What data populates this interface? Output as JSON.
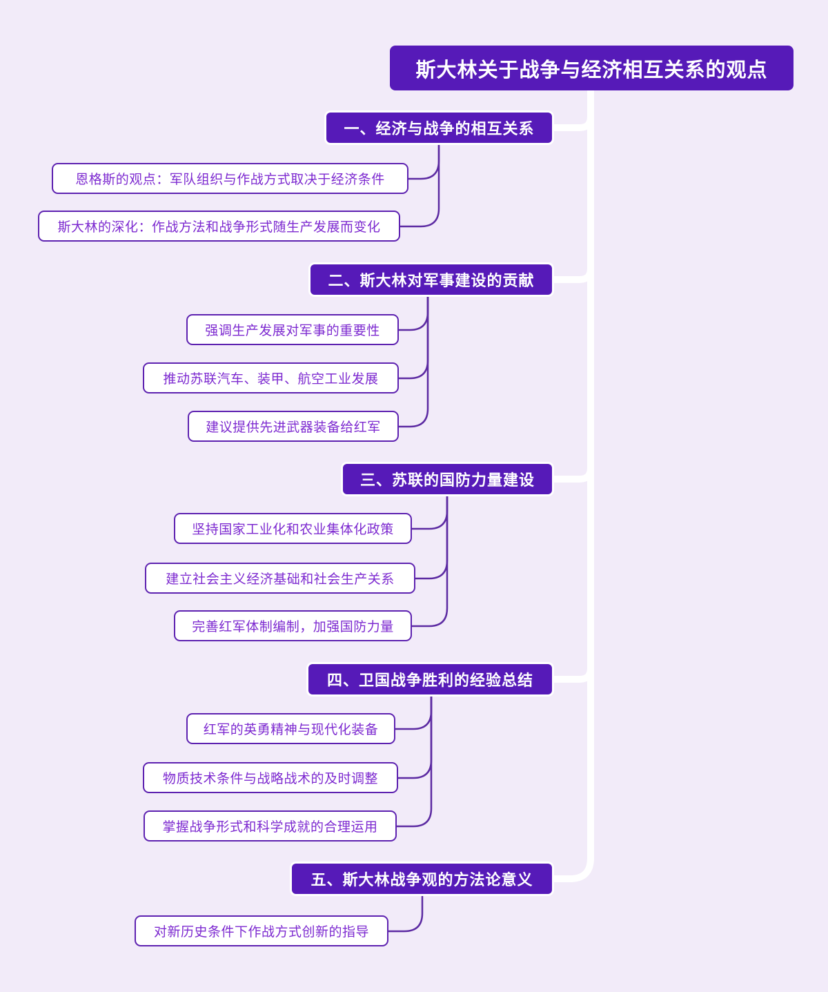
{
  "type": "mindmap",
  "title": "斯大林关于战争与经济相互关系的观点",
  "colors": {
    "background": "#f2ebf9",
    "topic_fill": "#561ab8",
    "topic_text": "#ffffff",
    "leaf_fill": "#ffffff",
    "leaf_border": "#5d21b0",
    "leaf_text": "#7d2ad0",
    "trunk_line": "#ffffff",
    "branch_line": "#5c2aa2"
  },
  "branches": [
    {
      "label": "一、经济与战争的相互关系",
      "children": [
        "恩格斯的观点：军队组织与作战方式取决于经济条件",
        "斯大林的深化：作战方法和战争形式随生产发展而变化"
      ]
    },
    {
      "label": "二、斯大林对军事建设的贡献",
      "children": [
        "强调生产发展对军事的重要性",
        "推动苏联汽车、装甲、航空工业发展",
        "建议提供先进武器装备给红军"
      ]
    },
    {
      "label": "三、苏联的国防力量建设",
      "children": [
        "坚持国家工业化和农业集体化政策",
        "建立社会主义经济基础和社会生产关系",
        "完善红军体制编制，加强国防力量"
      ]
    },
    {
      "label": "四、卫国战争胜利的经验总结",
      "children": [
        "红军的英勇精神与现代化装备",
        "物质技术条件与战略战术的及时调整",
        "掌握战争形式和科学成就的合理运用"
      ]
    },
    {
      "label": "五、斯大林战争观的方法论意义",
      "children": [
        "对新历史条件下作战方式创新的指导"
      ]
    }
  ]
}
